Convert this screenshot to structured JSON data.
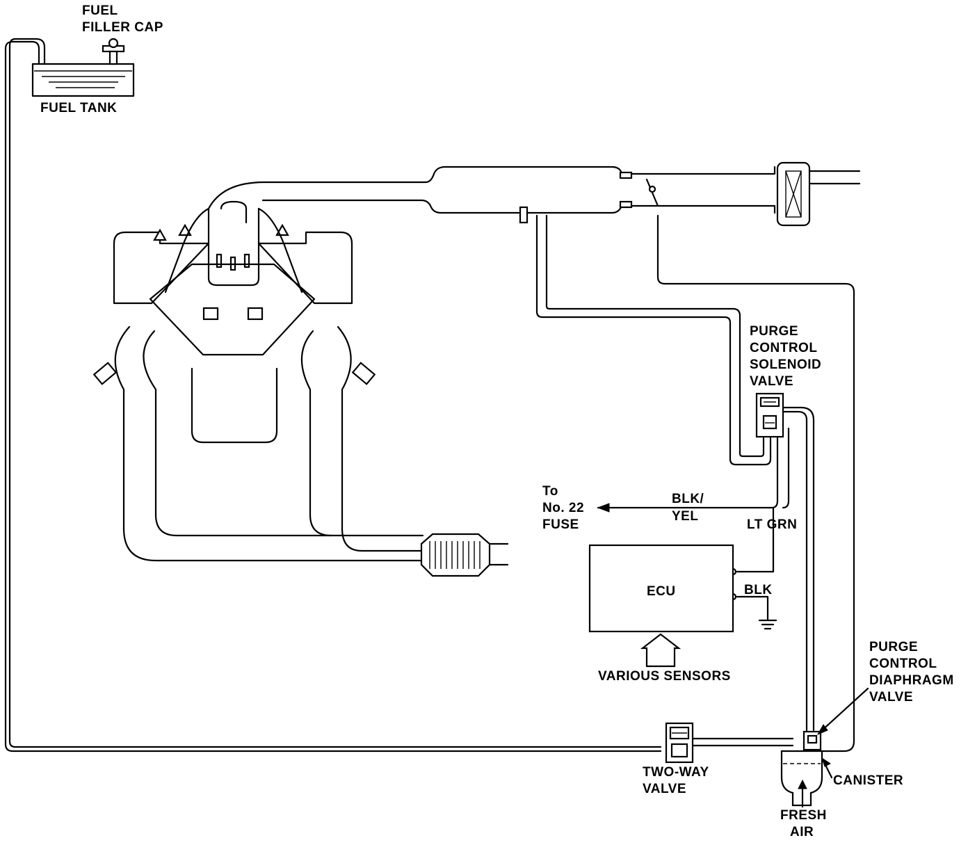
{
  "labels": {
    "fuel_filler_cap_1": "FUEL",
    "fuel_filler_cap_2": "FILLER CAP",
    "fuel_tank": "FUEL TANK",
    "purge_solenoid_1": "PURGE",
    "purge_solenoid_2": "CONTROL",
    "purge_solenoid_3": "SOLENOID",
    "purge_solenoid_4": "VALVE",
    "fuse_1": "To",
    "fuse_2": "No. 22",
    "fuse_3": "FUSE",
    "wire_blk_yel_1": "BLK/",
    "wire_blk_yel_2": "YEL",
    "wire_lt_grn": "LT GRN",
    "wire_blk": "BLK",
    "ecu": "ECU",
    "various_sensors": "VARIOUS SENSORS",
    "purge_diaphragm_1": "PURGE",
    "purge_diaphragm_2": "CONTROL",
    "purge_diaphragm_3": "DIAPHRAGM",
    "purge_diaphragm_4": "VALVE",
    "two_way_1": "TWO-WAY",
    "two_way_2": "VALVE",
    "canister": "CANISTER",
    "fresh_air_1": "FRESH",
    "fresh_air_2": "AIR"
  },
  "colors": {
    "line": "#000000",
    "background": "#ffffff"
  }
}
